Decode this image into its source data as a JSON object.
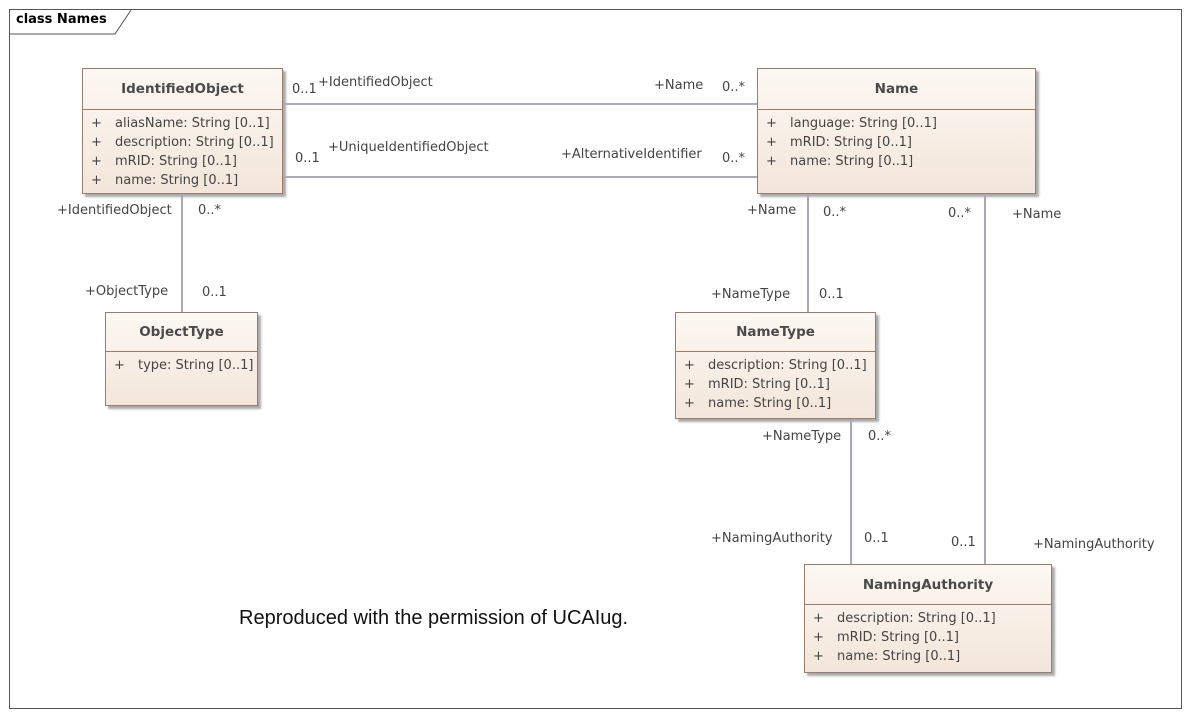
{
  "diagram": {
    "tab_title": "class Names",
    "footnote": "Reproduced with the permission of UCAIug."
  },
  "classes": {
    "identified_object": {
      "name": "IdentifiedObject",
      "attributes": [
        {
          "vis": "+",
          "text": "aliasName: String [0..1]"
        },
        {
          "vis": "+",
          "text": "description: String [0..1]"
        },
        {
          "vis": "+",
          "text": "mRID: String [0..1]"
        },
        {
          "vis": "+",
          "text": "name: String [0..1]"
        }
      ]
    },
    "name": {
      "name": "Name",
      "attributes": [
        {
          "vis": "+",
          "text": "language: String [0..1]"
        },
        {
          "vis": "+",
          "text": "mRID: String [0..1]"
        },
        {
          "vis": "+",
          "text": "name: String [0..1]"
        }
      ]
    },
    "object_type": {
      "name": "ObjectType",
      "attributes": [
        {
          "vis": "+",
          "text": "type: String [0..1]"
        }
      ]
    },
    "name_type": {
      "name": "NameType",
      "attributes": [
        {
          "vis": "+",
          "text": "description: String [0..1]"
        },
        {
          "vis": "+",
          "text": "mRID: String [0..1]"
        },
        {
          "vis": "+",
          "text": "name: String [0..1]"
        }
      ]
    },
    "naming_authority": {
      "name": "NamingAuthority",
      "attributes": [
        {
          "vis": "+",
          "text": "description: String [0..1]"
        },
        {
          "vis": "+",
          "text": "mRID: String [0..1]"
        },
        {
          "vis": "+",
          "text": "name: String [0..1]"
        }
      ]
    }
  },
  "associations": {
    "io_name": {
      "role_a": "+IdentifiedObject",
      "mult_a": "0..1",
      "role_b": "+Name",
      "mult_b": "0..*"
    },
    "uio_alt": {
      "role_a": "+UniqueIdentifiedObject",
      "mult_a": "0..1",
      "role_b": "+AlternativeIdentifier",
      "mult_b": "0..*"
    },
    "io_objtype": {
      "role_a": "+IdentifiedObject",
      "mult_a": "0..*",
      "role_b": "+ObjectType",
      "mult_b": "0..1"
    },
    "name_nametype": {
      "role_a": "+Name",
      "mult_a": "0..*",
      "role_b": "+NameType",
      "mult_b": "0..1"
    },
    "nametype_auth": {
      "role_a": "+NameType",
      "mult_a": "0..*",
      "role_b": "+NamingAuthority",
      "mult_b": "0..1"
    },
    "name_auth": {
      "role_a": "+Name",
      "mult_a": "0..*",
      "role_b": "+NamingAuthority",
      "mult_b": "0..1"
    }
  }
}
